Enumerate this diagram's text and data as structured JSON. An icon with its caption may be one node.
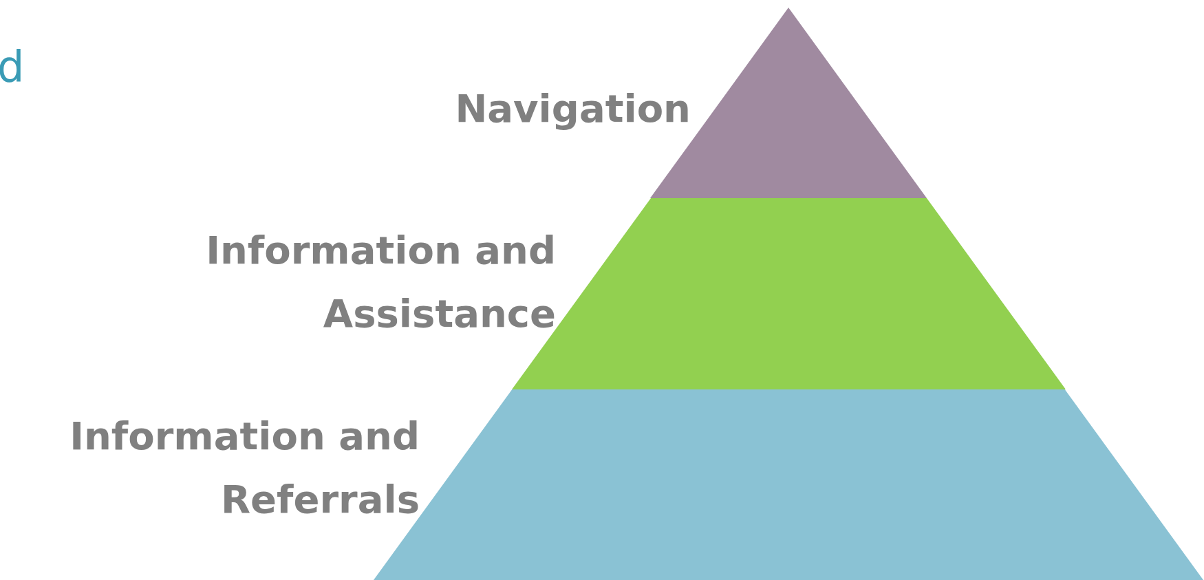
{
  "diagram": {
    "nodes": [
      {
        "text": [],
        "shape": "triangle"
      },
      {
        "text": [],
        "shape": "trapezoid"
      },
      {
        "text": [],
        "shape": "trapezoid"
      }
    ],
    "labels": [
      "d",
      "Navigation",
      "Information and Assistance",
      "Information and Referrals"
    ]
  }
}
